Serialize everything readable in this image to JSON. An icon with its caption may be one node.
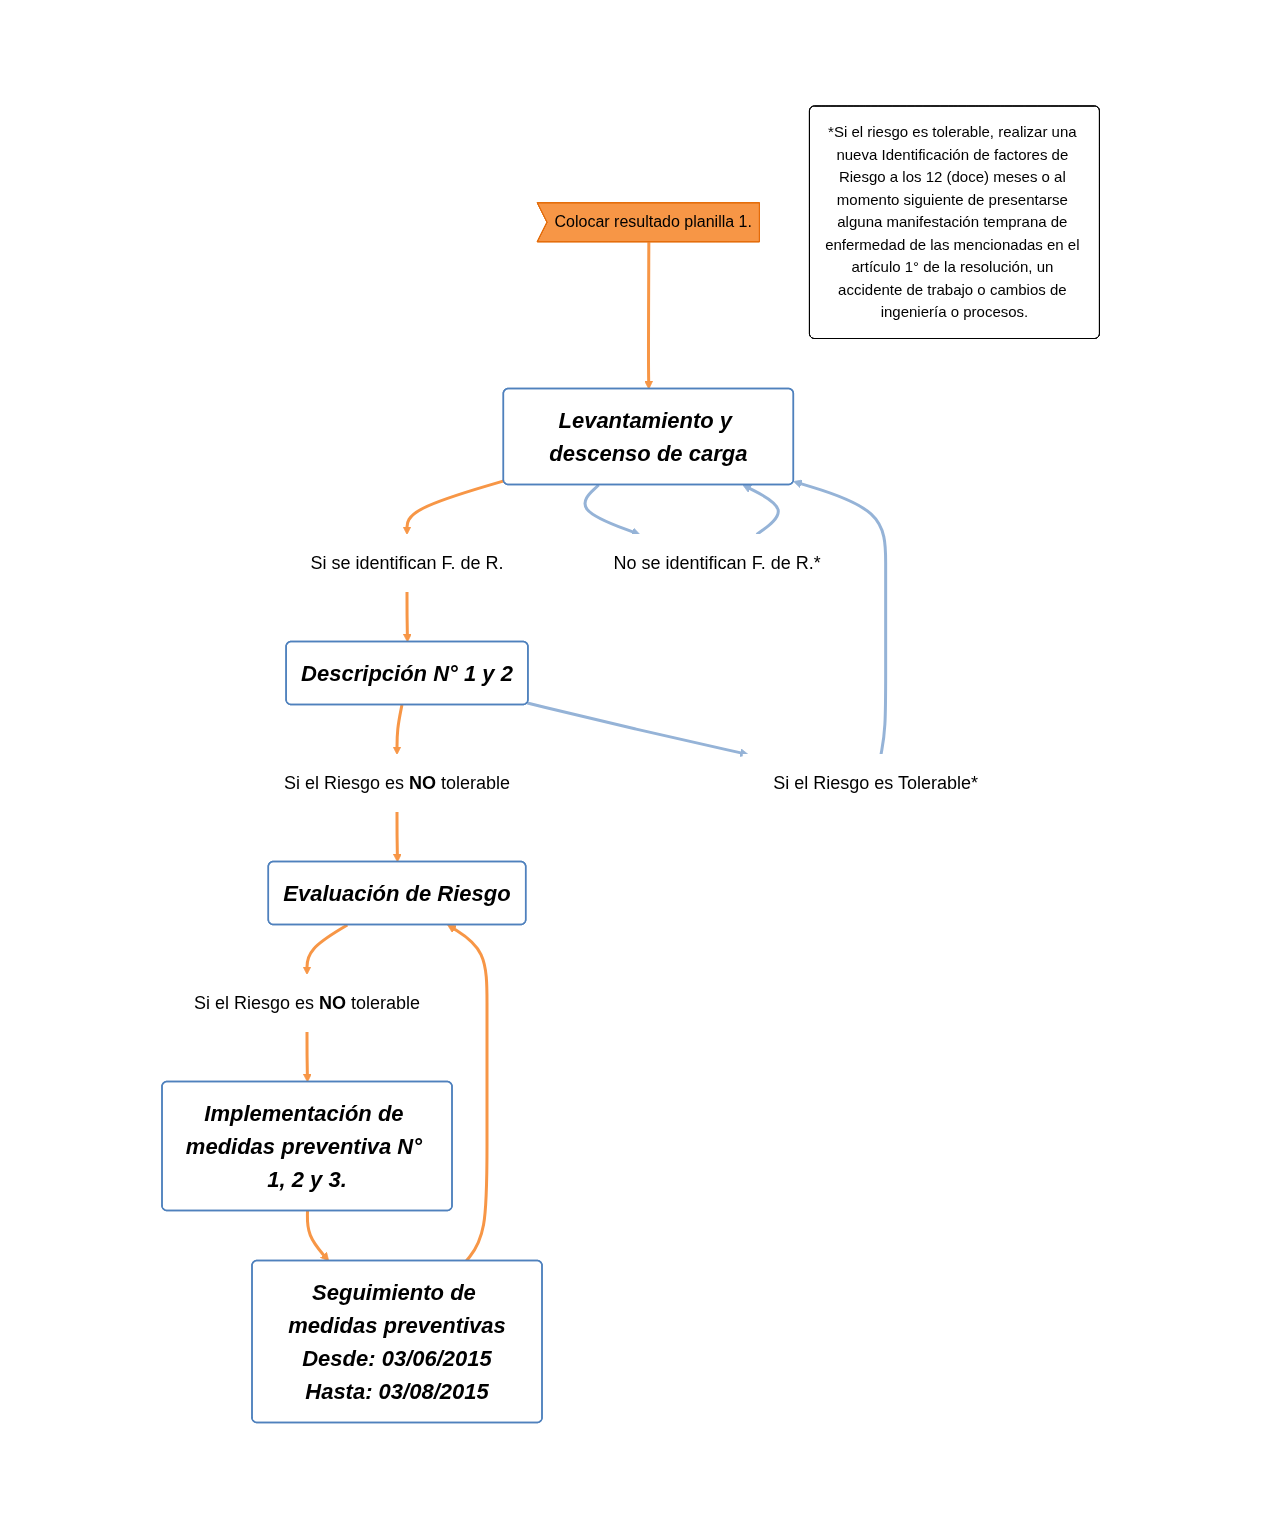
{
  "diagram": {
    "nodes": [
      {
        "text": [
          "Levantamiento y descenso de carga"
        ]
      },
      {
        "text": [
          "Si se identifican F. de R."
        ]
      },
      {
        "text": [
          "No se identifican F. de R.*"
        ]
      },
      {
        "text": [
          "Descripción N° 1 y 2"
        ]
      },
      {
        "text": [
          "Si el Riesgo es **NO** tolerable"
        ]
      },
      {
        "text": [
          "Si el Riesgo es Tolerable*"
        ]
      },
      {
        "text": [
          "Evaluación de Riesgo"
        ]
      },
      {
        "text": [
          "Colocar resultado planilla 1."
        ]
      },
      {
        "text": [
          "Si el Riesgo es **NO** tolerable"
        ]
      },
      {
        "text": [
          "Implementación de medidas preventiva N° 1, 2 y 3."
        ]
      },
      {
        "text": [
          "Seguimiento de medidas preventivas",
          "Desde: 03/06/2015",
          "Hasta: 03/08/2015"
        ]
      },
      {
        "text": [
          "*Si el riesgo es tolerable, realizar una nueva Identificación de factores de Riesgo a los 12 (doce) meses o al momento siguiente de presentarse alguna manifestación temprana de enfermedad de las mencionadas en el artículo 1° de la resolución, un accidente de trabajo o cambios de ingeniería o procesos."
        ]
      }
    ],
    "edges": [
      {
        "from": 0,
        "to": 1,
        "arrow": "to"
      },
      {
        "from": 0,
        "to": 2,
        "arrow": "to",
        "color": "#95b3d7"
      },
      {
        "from": 1,
        "to": 3,
        "arrow": "to"
      },
      {
        "from": 2,
        "to": 0,
        "arrow": "to",
        "color": "#95b3d7"
      },
      {
        "from": 3,
        "to": 4,
        "arrow": "to"
      },
      {
        "from": 3,
        "to": 5,
        "arrow": "to",
        "color": "#95b3d7"
      },
      {
        "from": 4,
        "to": 6,
        "arrow": "to"
      },
      {
        "from": 5,
        "to": 0,
        "arrow": "to",
        "color": "#95b3d7"
      },
      {
        "from": 7,
        "to": 0,
        "arrow": "to"
      },
      {
        "from": 6,
        "to": 8,
        "arrow": "to"
      },
      {
        "from": 8,
        "to": 9,
        "arrow": "to"
      },
      {
        "from": 9,
        "to": 10,
        "arrow": "to"
      },
      {
        "from": 10,
        "to": 6,
        "arrow": "to"
      }
    ]
  }
}
